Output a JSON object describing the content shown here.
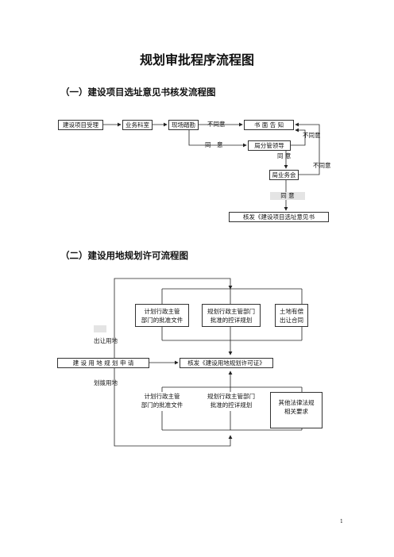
{
  "title": "规划审批程序流程图",
  "section1": {
    "heading": "（一）建设项目选址意见书核发流程图",
    "nodes": {
      "accept": "建设项目受理",
      "business": "业务科室",
      "survey": "现场踏勘",
      "notice": "书 面 告 知",
      "deputy": "局分管领导",
      "meeting": "局业务会",
      "issue": "核发《建设项目选址意见书"
    },
    "labels": {
      "disagree1": "不同意",
      "agree1": "同　意",
      "disagree2": "不同意",
      "agree2": "同 意",
      "disagree3": "不同意",
      "agree3": "同 意"
    }
  },
  "section2": {
    "heading": "（二）建设用地规划许可流程图",
    "top_boxes": [
      {
        "line1": "计划行政主管",
        "line2": "部门的批准文件"
      },
      {
        "line1": "规划行政主管部门",
        "line2": "批准的控详规划"
      },
      {
        "line1": "土地有偿",
        "line2": "出让合同"
      }
    ],
    "apply": "建 设 用 地 规 划 申 请",
    "issue": "核发《建设用地规划许可证》",
    "label_transfer": "出让用地",
    "label_allocate": "划拨用地",
    "bottom_boxes": [
      {
        "line1": "计划行政主管",
        "line2": "部门的批准文件"
      },
      {
        "line1": "规划行政主管部门",
        "line2": "批准的控详规划"
      },
      {
        "line1": "其他法律法规",
        "line2": "相关要求"
      }
    ]
  },
  "page_number": "1"
}
